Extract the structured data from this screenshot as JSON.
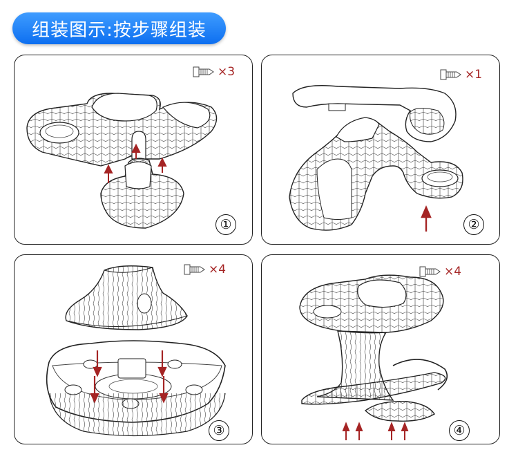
{
  "header": {
    "title": "组装图示:按步骤组装"
  },
  "steps": [
    {
      "number": "①",
      "screw_count": "×3"
    },
    {
      "number": "②",
      "screw_count": "×1"
    },
    {
      "number": "③",
      "screw_count": "×4"
    },
    {
      "number": "④",
      "screw_count": "×4"
    }
  ],
  "colors": {
    "title_bg": "#1a7cf5",
    "arrow": "#a52424",
    "line": "#222222"
  },
  "icons": [
    "screw-icon"
  ]
}
